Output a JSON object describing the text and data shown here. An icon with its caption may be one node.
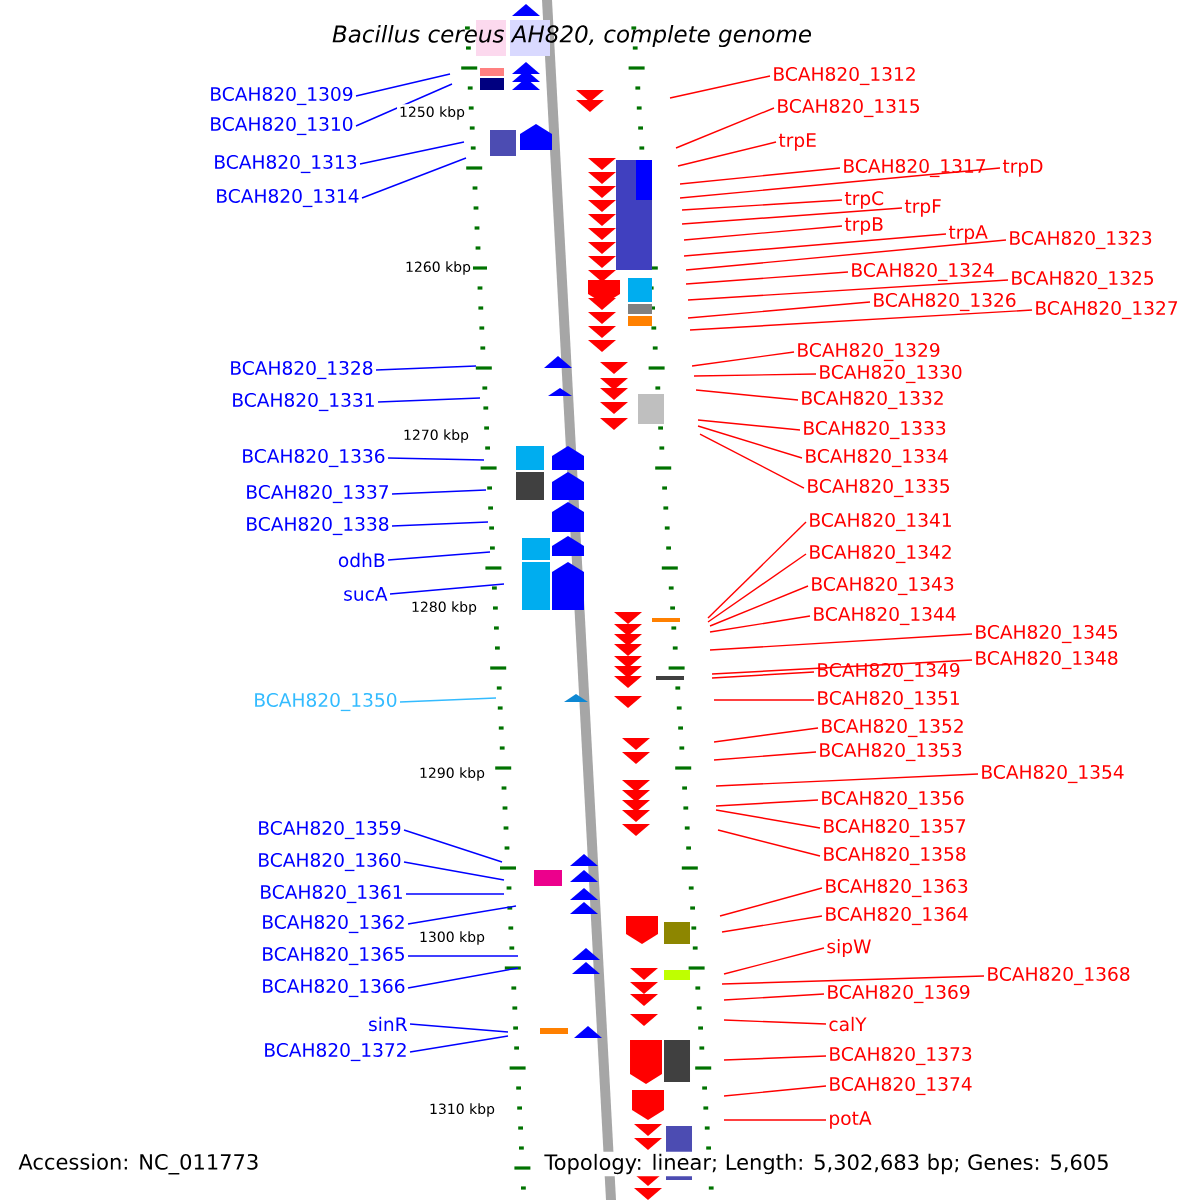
{
  "diagram": {
    "title": "Bacillus cereus AH820, complete genome",
    "nodes": [
      {
        "text": [
          "BCAH820_1309"
        ]
      },
      {
        "text": [
          "BCAH820_1310"
        ]
      },
      {
        "text": [
          "BCAH820_1313"
        ]
      },
      {
        "text": [
          "BCAH820_1314"
        ]
      },
      {
        "text": [
          "BCAH820_1328"
        ]
      },
      {
        "text": [
          "BCAH820_1331"
        ]
      },
      {
        "text": [
          "BCAH820_1336"
        ]
      },
      {
        "text": [
          "BCAH820_1337"
        ]
      },
      {
        "text": [
          "BCAH820_1338"
        ]
      },
      {
        "text": [
          "odhB"
        ]
      },
      {
        "text": [
          "sucA"
        ]
      },
      {
        "text": [
          "BCAH820_1350"
        ]
      },
      {
        "text": [
          "BCAH820_1359"
        ]
      },
      {
        "text": [
          "BCAH820_1360"
        ]
      },
      {
        "text": [
          "BCAH820_1361"
        ]
      },
      {
        "text": [
          "BCAH820_1362"
        ]
      },
      {
        "text": [
          "BCAH820_1365"
        ]
      },
      {
        "text": [
          "BCAH820_1366"
        ]
      },
      {
        "text": [
          "sinR"
        ]
      },
      {
        "text": [
          "BCAH820_1372"
        ]
      },
      {
        "text": [
          "BCAH820_1312"
        ]
      },
      {
        "text": [
          "BCAH820_1315"
        ]
      },
      {
        "text": [
          "trpE"
        ]
      },
      {
        "text": [
          "BCAH820_1317"
        ]
      },
      {
        "text": [
          "trpD"
        ]
      },
      {
        "text": [
          "trpC"
        ]
      },
      {
        "text": [
          "trpF"
        ]
      },
      {
        "text": [
          "trpB"
        ]
      },
      {
        "text": [
          "trpA"
        ]
      },
      {
        "text": [
          "BCAH820_1323"
        ]
      },
      {
        "text": [
          "BCAH820_1324"
        ]
      },
      {
        "text": [
          "BCAH820_1325"
        ]
      },
      {
        "text": [
          "BCAH820_1326"
        ]
      },
      {
        "text": [
          "BCAH820_1327"
        ]
      },
      {
        "text": [
          "BCAH820_1329"
        ]
      },
      {
        "text": [
          "BCAH820_1330"
        ]
      },
      {
        "text": [
          "BCAH820_1332"
        ]
      },
      {
        "text": [
          "BCAH820_1333"
        ]
      },
      {
        "text": [
          "BCAH820_1334"
        ]
      },
      {
        "text": [
          "BCAH820_1335"
        ]
      },
      {
        "text": [
          "BCAH820_1341"
        ]
      },
      {
        "text": [
          "BCAH820_1342"
        ]
      },
      {
        "text": [
          "BCAH820_1343"
        ]
      },
      {
        "text": [
          "BCAH820_1344"
        ]
      },
      {
        "text": [
          "BCAH820_1345"
        ]
      },
      {
        "text": [
          "BCAH820_1348"
        ]
      },
      {
        "text": [
          "BCAH820_1349"
        ]
      },
      {
        "text": [
          "BCAH820_1351"
        ]
      },
      {
        "text": [
          "BCAH820_1352"
        ]
      },
      {
        "text": [
          "BCAH820_1353"
        ]
      },
      {
        "text": [
          "BCAH820_1354"
        ]
      },
      {
        "text": [
          "BCAH820_1356"
        ]
      },
      {
        "text": [
          "BCAH820_1357"
        ]
      },
      {
        "text": [
          "BCAH820_1358"
        ]
      },
      {
        "text": [
          "BCAH820_1363"
        ]
      },
      {
        "text": [
          "BCAH820_1364"
        ]
      },
      {
        "text": [
          "sipW"
        ]
      },
      {
        "text": [
          "BCAH820_1368"
        ]
      },
      {
        "text": [
          "BCAH820_1369"
        ]
      },
      {
        "text": [
          "calY"
        ]
      },
      {
        "text": [
          "BCAH820_1373"
        ]
      },
      {
        "text": [
          "BCAH820_1374"
        ]
      },
      {
        "text": [
          "potA"
        ]
      }
    ],
    "edges": [
      {
        "from": 0,
        "to": null,
        "arrow": "none",
        "color": "#0000ff"
      },
      {
        "from": 1,
        "to": null,
        "arrow": "none",
        "color": "#0000ff"
      },
      {
        "from": 2,
        "to": null,
        "arrow": "none",
        "color": "#0000ff"
      },
      {
        "from": 3,
        "to": null,
        "arrow": "none",
        "color": "#0000ff"
      },
      {
        "from": 4,
        "to": null,
        "arrow": "none",
        "color": "#0000ff"
      },
      {
        "from": 5,
        "to": null,
        "arrow": "none",
        "color": "#0000ff"
      },
      {
        "from": 6,
        "to": null,
        "arrow": "none",
        "color": "#0000ff"
      },
      {
        "from": 7,
        "to": null,
        "arrow": "none",
        "color": "#0000ff"
      },
      {
        "from": 8,
        "to": null,
        "arrow": "none",
        "color": "#0000ff"
      },
      {
        "from": 9,
        "to": null,
        "arrow": "none",
        "color": "#0000ff"
      },
      {
        "from": 10,
        "to": null,
        "arrow": "none",
        "color": "#0000ff"
      },
      {
        "from": 11,
        "to": null,
        "arrow": "none",
        "color": "#33bbff"
      },
      {
        "from": 12,
        "to": null,
        "arrow": "none",
        "color": "#0000ff"
      },
      {
        "from": 13,
        "to": null,
        "arrow": "none",
        "color": "#0000ff"
      },
      {
        "from": 14,
        "to": null,
        "arrow": "none",
        "color": "#0000ff"
      },
      {
        "from": 15,
        "to": null,
        "arrow": "none",
        "color": "#0000ff"
      },
      {
        "from": 16,
        "to": null,
        "arrow": "none",
        "color": "#0000ff"
      },
      {
        "from": 17,
        "to": null,
        "arrow": "none",
        "color": "#0000ff"
      },
      {
        "from": 18,
        "to": null,
        "arrow": "none",
        "color": "#0000ff"
      },
      {
        "from": 19,
        "to": null,
        "arrow": "none",
        "color": "#0000ff"
      },
      {
        "from": 20,
        "to": null,
        "arrow": "none"
      },
      {
        "from": 21,
        "to": null,
        "arrow": "none"
      },
      {
        "from": 22,
        "to": null,
        "arrow": "none"
      },
      {
        "from": 23,
        "to": null,
        "arrow": "none"
      },
      {
        "from": 24,
        "to": null,
        "arrow": "none"
      },
      {
        "from": 25,
        "to": null,
        "arrow": "none"
      },
      {
        "from": 26,
        "to": null,
        "arrow": "none"
      },
      {
        "from": 27,
        "to": null,
        "arrow": "none"
      },
      {
        "from": 28,
        "to": null,
        "arrow": "none"
      },
      {
        "from": 29,
        "to": null,
        "arrow": "none"
      },
      {
        "from": 30,
        "to": null,
        "arrow": "none"
      },
      {
        "from": 31,
        "to": null,
        "arrow": "none"
      },
      {
        "from": 32,
        "to": null,
        "arrow": "none"
      },
      {
        "from": 33,
        "to": null,
        "arrow": "none"
      },
      {
        "from": 34,
        "to": null,
        "arrow": "none"
      },
      {
        "from": 35,
        "to": null,
        "arrow": "none"
      },
      {
        "from": 36,
        "to": null,
        "arrow": "none"
      },
      {
        "from": 37,
        "to": null,
        "arrow": "none"
      },
      {
        "from": 38,
        "to": null,
        "arrow": "none"
      },
      {
        "from": 39,
        "to": null,
        "arrow": "none"
      },
      {
        "from": 40,
        "to": null,
        "arrow": "none"
      },
      {
        "from": 41,
        "to": null,
        "arrow": "none"
      },
      {
        "from": 42,
        "to": null,
        "arrow": "none"
      },
      {
        "from": 43,
        "to": null,
        "arrow": "none"
      },
      {
        "from": 44,
        "to": null,
        "arrow": "none"
      },
      {
        "from": 45,
        "to": null,
        "arrow": "none"
      },
      {
        "from": 46,
        "to": null,
        "arrow": "none"
      },
      {
        "from": 47,
        "to": null,
        "arrow": "none"
      },
      {
        "from": 48,
        "to": null,
        "arrow": "none"
      },
      {
        "from": 49,
        "to": null,
        "arrow": "none"
      },
      {
        "from": 50,
        "to": null,
        "arrow": "none"
      },
      {
        "from": 51,
        "to": null,
        "arrow": "none"
      },
      {
        "from": 52,
        "to": null,
        "arrow": "none"
      },
      {
        "from": 53,
        "to": null,
        "arrow": "none"
      },
      {
        "from": 54,
        "to": null,
        "arrow": "none"
      },
      {
        "from": 55,
        "to": null,
        "arrow": "none"
      },
      {
        "from": 56,
        "to": null,
        "arrow": "none"
      },
      {
        "from": 57,
        "to": null,
        "arrow": "none"
      },
      {
        "from": 58,
        "to": null,
        "arrow": "none"
      },
      {
        "from": 59,
        "to": null,
        "arrow": "none"
      },
      {
        "from": 60,
        "to": null,
        "arrow": "none"
      },
      {
        "from": 61,
        "to": null,
        "arrow": "none"
      },
      {
        "from": 62,
        "to": null,
        "arrow": "none"
      }
    ],
    "labels": [
      "1250 kbp",
      "1260 kbp",
      "1270 kbp",
      "1280 kbp",
      "1290 kbp",
      "1300 kbp",
      "1310 kbp",
      "Accession: NC_011773",
      "Topology: linear; Length: 5,302,683 bp; Genes: 5,605"
    ]
  }
}
